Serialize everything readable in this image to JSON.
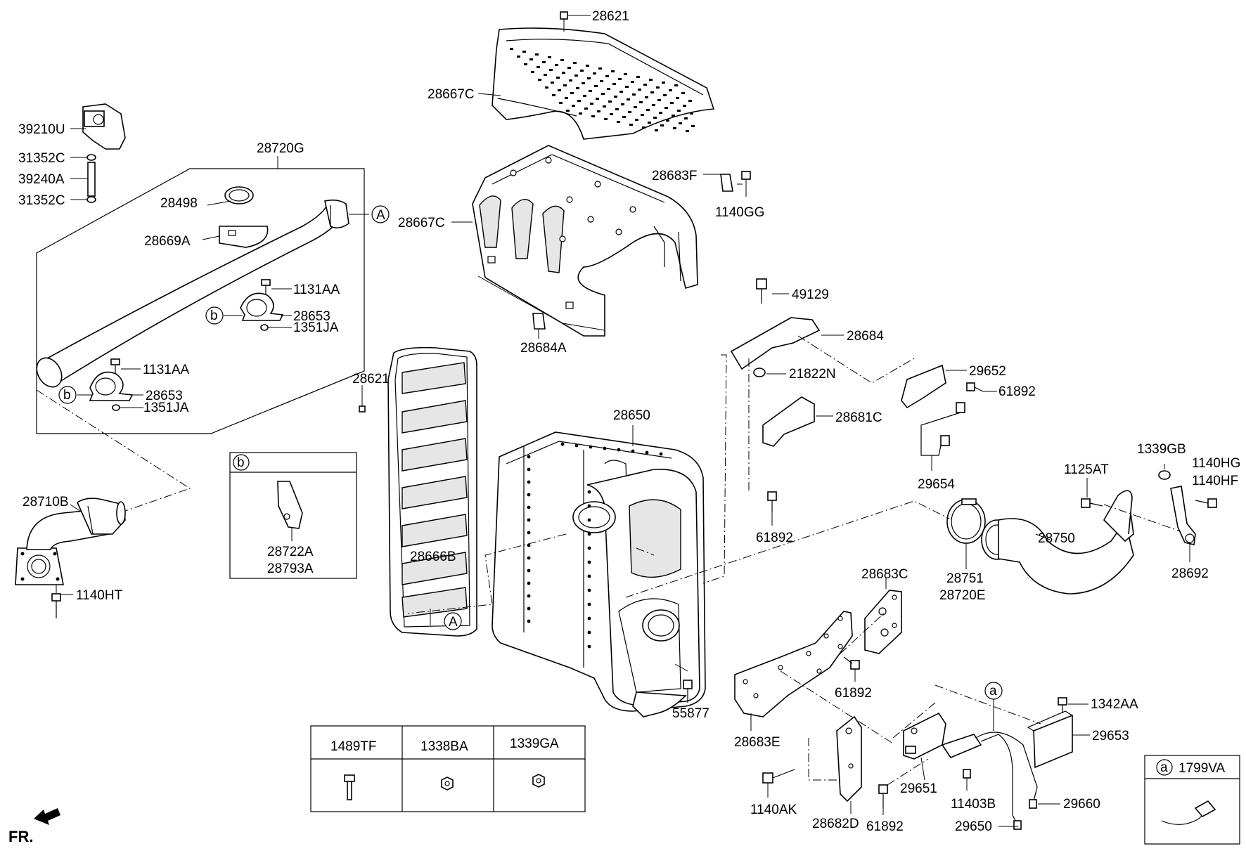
{
  "labels": {
    "p28621_top": "28621",
    "p28667C_top": "28667C",
    "p39210U": "39210U",
    "p31352C_a": "31352C",
    "p39240A": "39240A",
    "p31352C_b": "31352C",
    "p28720G": "28720G",
    "p28498": "28498",
    "p28669A": "28669A",
    "p1131AA_a": "1131AA",
    "p28653_a": "28653",
    "p1351JA_a": "1351JA",
    "p1131AA_b": "1131AA",
    "p28653_b": "28653",
    "p1351JA_b": "1351JA",
    "p28683F": "28683F",
    "p1140GG": "1140GG",
    "p28667C_mid": "28667C",
    "p28684A": "28684A",
    "p49129": "49129",
    "p28684": "28684",
    "p21822N": "21822N",
    "p29652": "29652",
    "p61892_a": "61892",
    "p28681C": "28681C",
    "p29654": "29654",
    "p28621_mid": "28621",
    "p28650": "28650",
    "p28666B": "28666B",
    "p61892_b": "61892",
    "p1125AT": "1125AT",
    "p1339GB": "1339GB",
    "p1140HG": "1140HG",
    "p1140HF": "1140HF",
    "p28750": "28750",
    "p28692": "28692",
    "p28751": "28751",
    "p28720E": "28720E",
    "p28710B": "28710B",
    "p1140HT": "1140HT",
    "p28722A": "28722A",
    "p28793A": "28793A",
    "p28683C": "28683C",
    "p61892_c": "61892",
    "p55877": "55877",
    "p28683E": "28683E",
    "p1342AA": "1342AA",
    "p29653": "29653",
    "p29651": "29651",
    "p1140AK": "1140AK",
    "p28682D": "28682D",
    "p61892_d": "61892",
    "p11403B": "11403B",
    "p29660": "29660",
    "p29650": "29650",
    "p1799VA": "1799VA"
  },
  "callouts": {
    "A_pipe": "A",
    "A_body": "A",
    "b_top": "b",
    "b_bottom": "b",
    "b_inset": "b",
    "a_sensor": "a",
    "a_inset": "a"
  },
  "table": {
    "headers": [
      "1489TF",
      "1338BA",
      "1339GA"
    ]
  },
  "direction": {
    "front": "FR."
  }
}
